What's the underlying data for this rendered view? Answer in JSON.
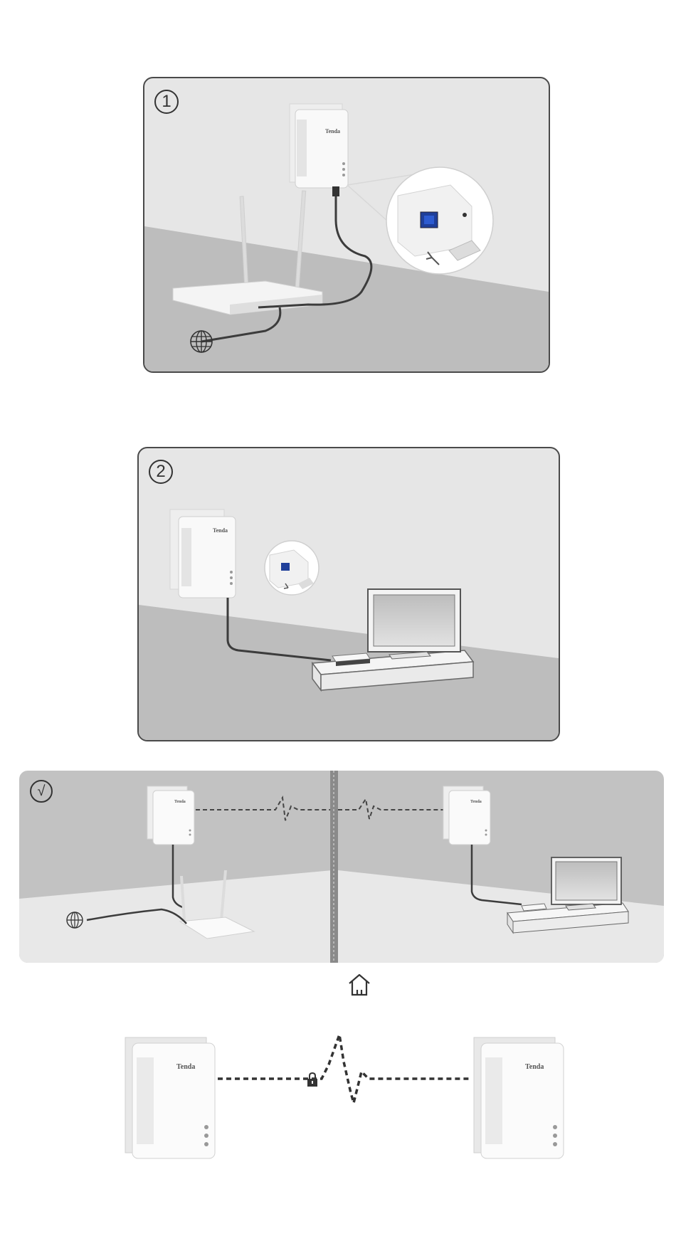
{
  "steps": [
    {
      "number": "1"
    },
    {
      "number": "2"
    },
    {
      "number": "√"
    }
  ],
  "brand_label": "Tenda",
  "icons": {
    "globe": "globe-icon",
    "home": "home-icon",
    "lock": "lock-icon",
    "arrow": "arrow-icon"
  },
  "colors": {
    "panel_wall": "#e6e6e6",
    "panel_floor": "#bdbdbd",
    "panel_border": "#4a4a4a",
    "cable": "#3c3c3c",
    "port": "#1f3f9a",
    "device": "#f7f7f7"
  }
}
